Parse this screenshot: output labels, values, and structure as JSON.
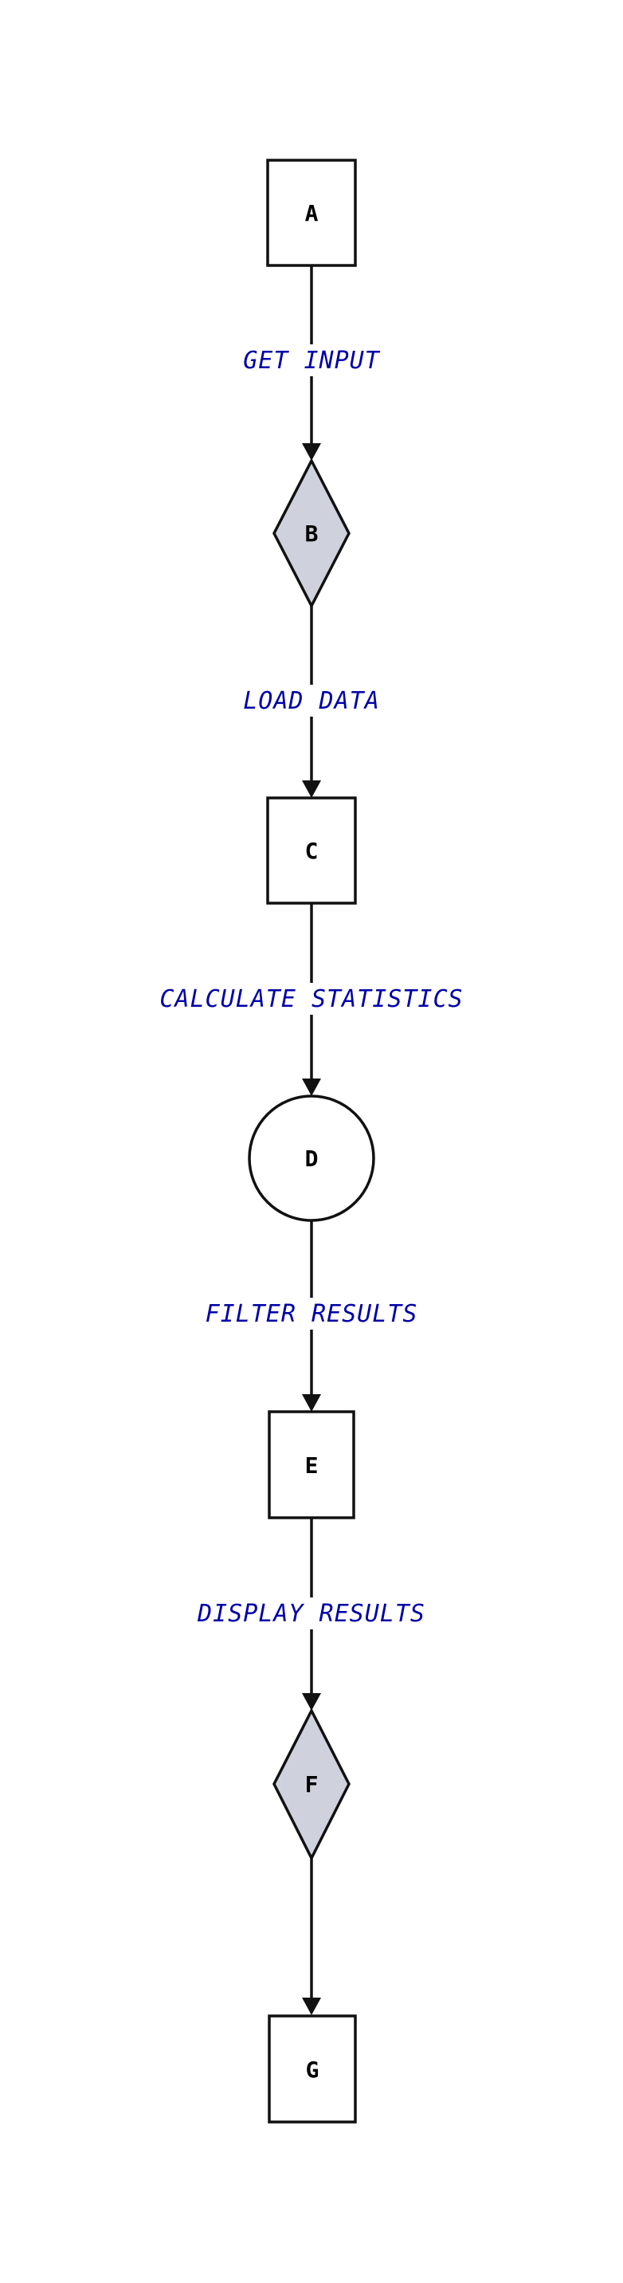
{
  "colors": {
    "background": "#ffffff",
    "stroke": "#111111",
    "node_text": "#000000",
    "edge_label_text": "#0000a8",
    "box_fill": "#ffffff",
    "circle_fill": "#ffffff",
    "diamond_fill": "#cfd1dc"
  },
  "nodes": [
    {
      "id": "A",
      "label": "A",
      "shape": "box"
    },
    {
      "id": "B",
      "label": "B",
      "shape": "diamond"
    },
    {
      "id": "C",
      "label": "C",
      "shape": "box"
    },
    {
      "id": "D",
      "label": "D",
      "shape": "circle"
    },
    {
      "id": "E",
      "label": "E",
      "shape": "box"
    },
    {
      "id": "F",
      "label": "F",
      "shape": "diamond"
    },
    {
      "id": "G",
      "label": "G",
      "shape": "box"
    }
  ],
  "edges": [
    {
      "from": "A",
      "to": "B",
      "label": "GET INPUT"
    },
    {
      "from": "B",
      "to": "C",
      "label": "LOAD DATA"
    },
    {
      "from": "C",
      "to": "D",
      "label": "CALCULATE STATISTICS"
    },
    {
      "from": "D",
      "to": "E",
      "label": "FILTER RESULTS"
    },
    {
      "from": "E",
      "to": "F",
      "label": "DISPLAY RESULTS"
    },
    {
      "from": "F",
      "to": "G",
      "label": ""
    }
  ]
}
